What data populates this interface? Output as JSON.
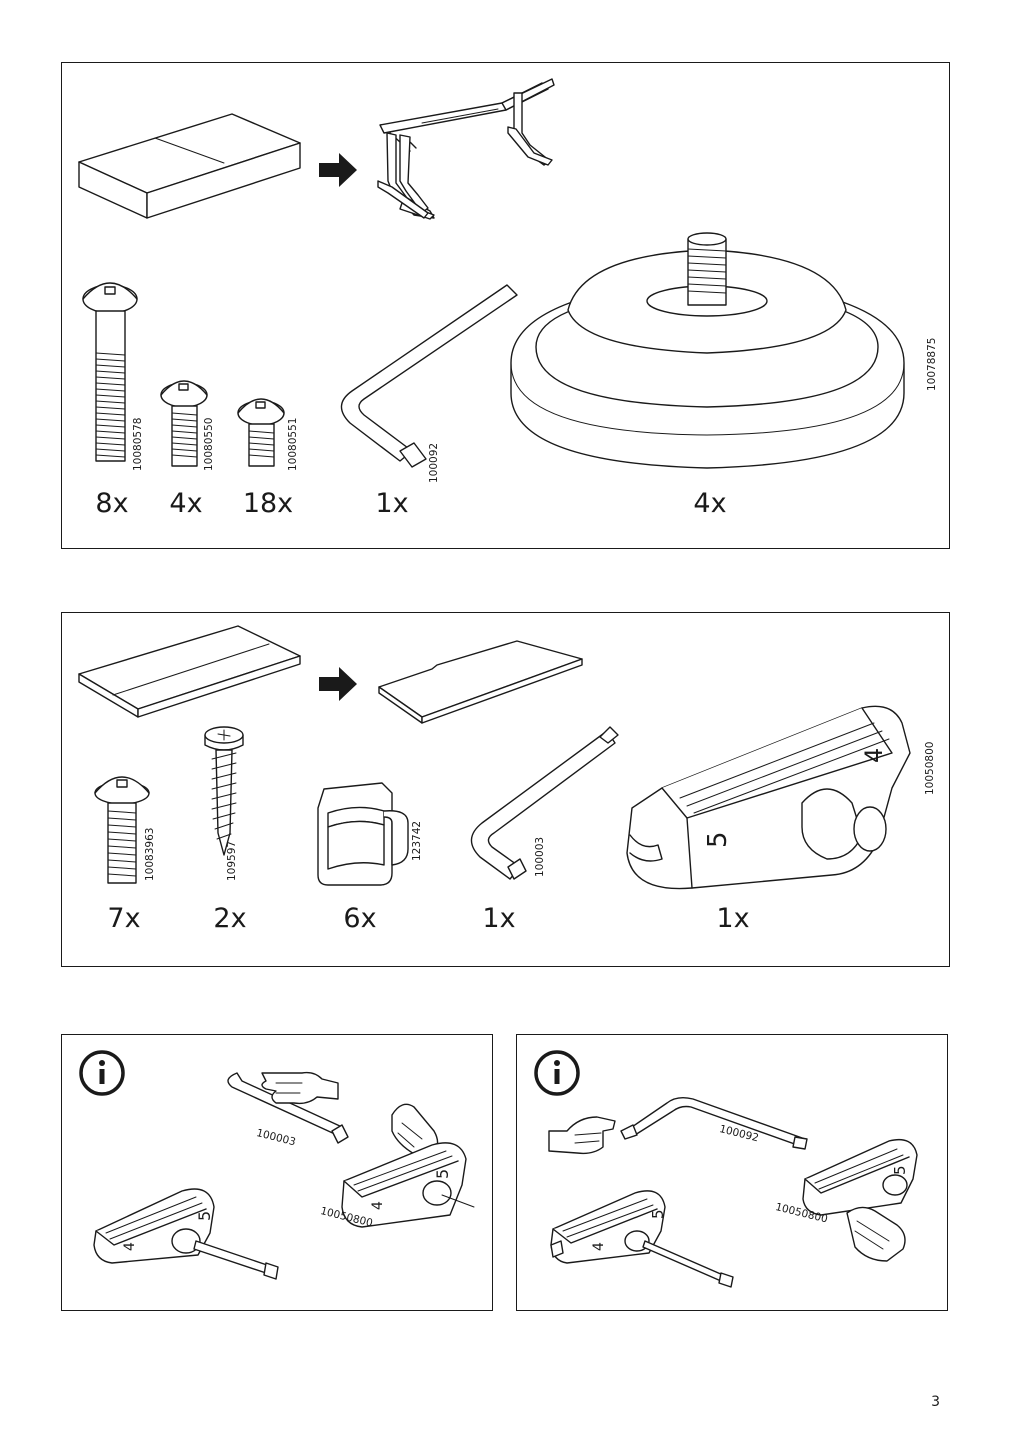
{
  "page": {
    "number": "3"
  },
  "panel1": {
    "quantities": [
      "8x",
      "4x",
      "18x",
      "1x",
      "4x"
    ],
    "part_numbers": [
      "10080578",
      "10080550",
      "10080551",
      "100092",
      "10078875"
    ]
  },
  "panel2": {
    "quantities": [
      "7x",
      "2x",
      "6x",
      "1x",
      "1x"
    ],
    "part_numbers": [
      "10083963",
      "109597",
      "123742",
      "100003",
      "10050800"
    ]
  },
  "info_panel_left": {
    "icon": "info-icon",
    "part_numbers": [
      "100003",
      "10050800"
    ]
  },
  "info_panel_right": {
    "icon": "info-icon",
    "part_numbers": [
      "100092",
      "10050800"
    ]
  }
}
